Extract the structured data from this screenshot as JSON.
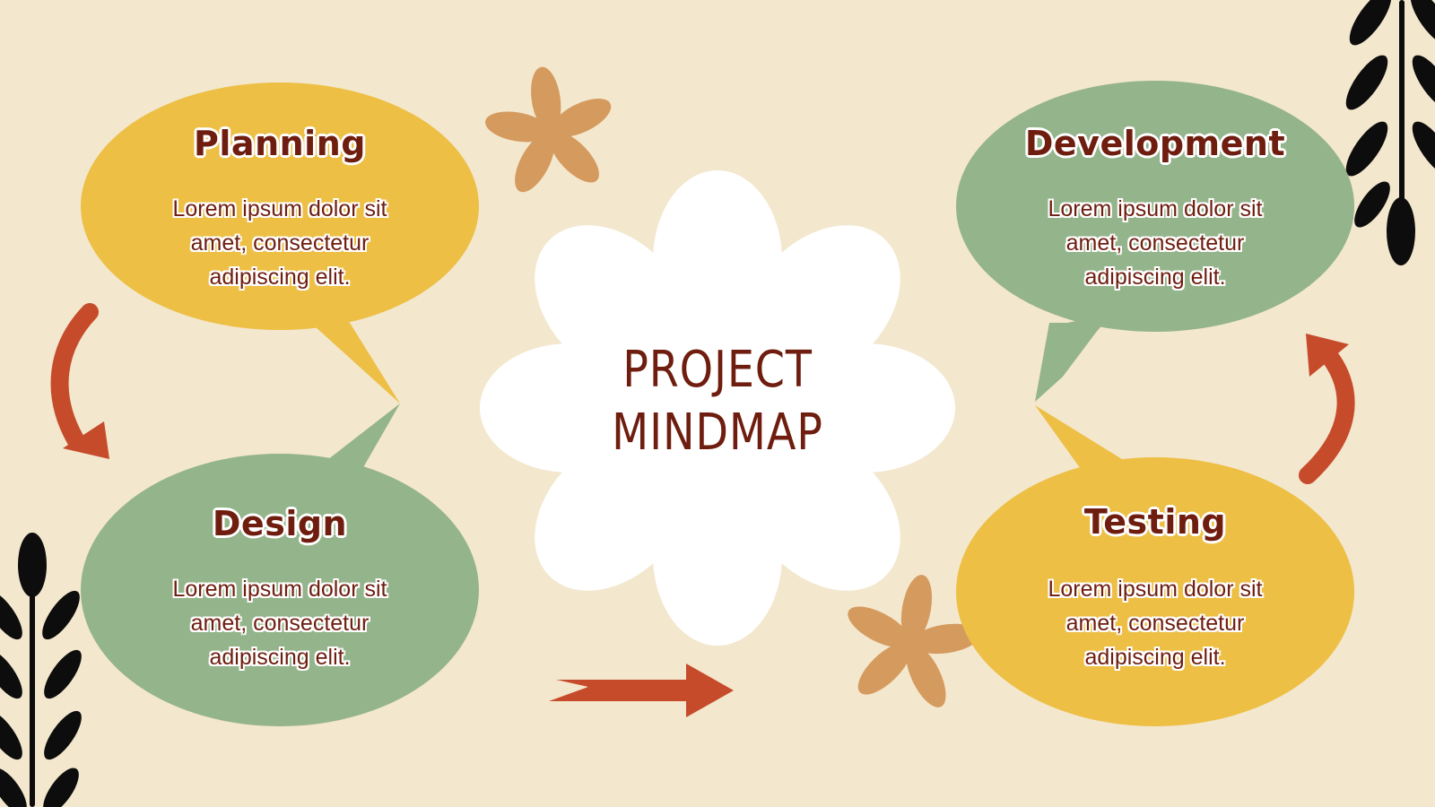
{
  "colors": {
    "background": "#f3e7cd",
    "yellow": "#edbf45",
    "green": "#94b48b",
    "white": "#ffffff",
    "text": "#6e1d0f",
    "arrow": "#c64b2b",
    "flower": "#d59a5e",
    "leaf": "#0d0d0d"
  },
  "center": {
    "line1": "PROJECT",
    "line2": "MINDMAP"
  },
  "nodes": {
    "planning": {
      "title": "Planning",
      "body": "Lorem ipsum dolor sit amet, consectetur adipiscing elit."
    },
    "design": {
      "title": "Design",
      "body": "Lorem ipsum dolor sit amet, consectetur adipiscing elit."
    },
    "development": {
      "title": "Development",
      "body": "Lorem ipsum dolor sit amet, consectetur adipiscing elit."
    },
    "testing": {
      "title": "Testing",
      "body": "Lorem ipsum dolor sit amet, consectetur adipiscing elit."
    }
  }
}
